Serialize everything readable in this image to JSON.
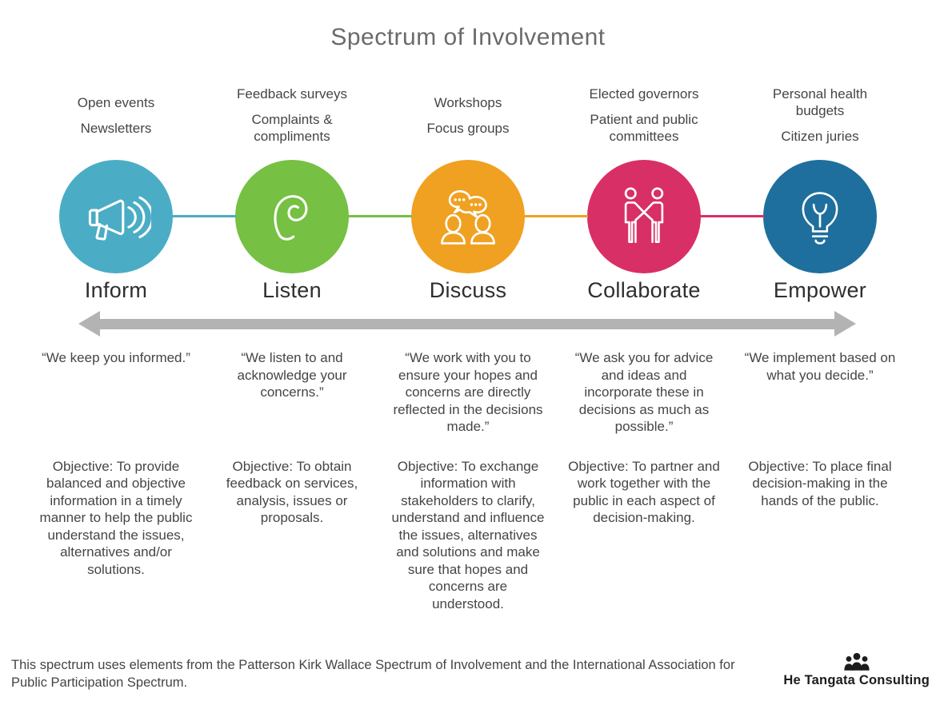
{
  "title": "Spectrum of Involvement",
  "arrow_color": "#b3b3b3",
  "stages": [
    {
      "name": "Inform",
      "color": "#4aadc5",
      "icon": "megaphone-icon",
      "services": [
        "Open events",
        "Newsletters"
      ],
      "quote": "“We keep you informed.”",
      "objective": "Objective: To provide balanced and objective information in a timely manner to help the public understand the issues, alternatives and/or solutions."
    },
    {
      "name": "Listen",
      "color": "#76c043",
      "icon": "ear-icon",
      "services": [
        "Feedback surveys",
        "Complaints & compliments"
      ],
      "quote": "“We listen to and acknowledge your concerns.”",
      "objective": "Objective: To obtain feedback on services, analysis, issues or proposals."
    },
    {
      "name": "Discuss",
      "color": "#f0a122",
      "icon": "speech-bubbles-icon",
      "services": [
        "Workshops",
        "Focus groups"
      ],
      "quote": "“We work with you to ensure your hopes and concerns are directly reflected in the decisions made.”",
      "objective": "Objective: To exchange information with stakeholders to clarify, understand and influence the issues, alternatives and solutions and make sure that hopes and concerns are understood."
    },
    {
      "name": "Collaborate",
      "color": "#d82f66",
      "icon": "handshake-icon",
      "services": [
        "Elected governors",
        "Patient and public committees"
      ],
      "quote": "“We ask you for advice and ideas and incorporate these in decisions as much as possible.”",
      "objective": "Objective: To partner and work together with the public in each aspect of decision-making."
    },
    {
      "name": "Empower",
      "color": "#1e6f9d",
      "icon": "lightbulb-icon",
      "services": [
        "Personal health budgets",
        "Citizen juries"
      ],
      "quote": "“We implement based on what you decide.”",
      "objective": "Objective: To place final decision-making in the hands of the public."
    }
  ],
  "footer": {
    "note": "This spectrum uses elements from the Patterson Kirk Wallace Spectrum of Involvement and the International Association for Public Participation Spectrum.",
    "brand": "He Tangata Consulting",
    "brand_icon": "people-group-icon"
  }
}
